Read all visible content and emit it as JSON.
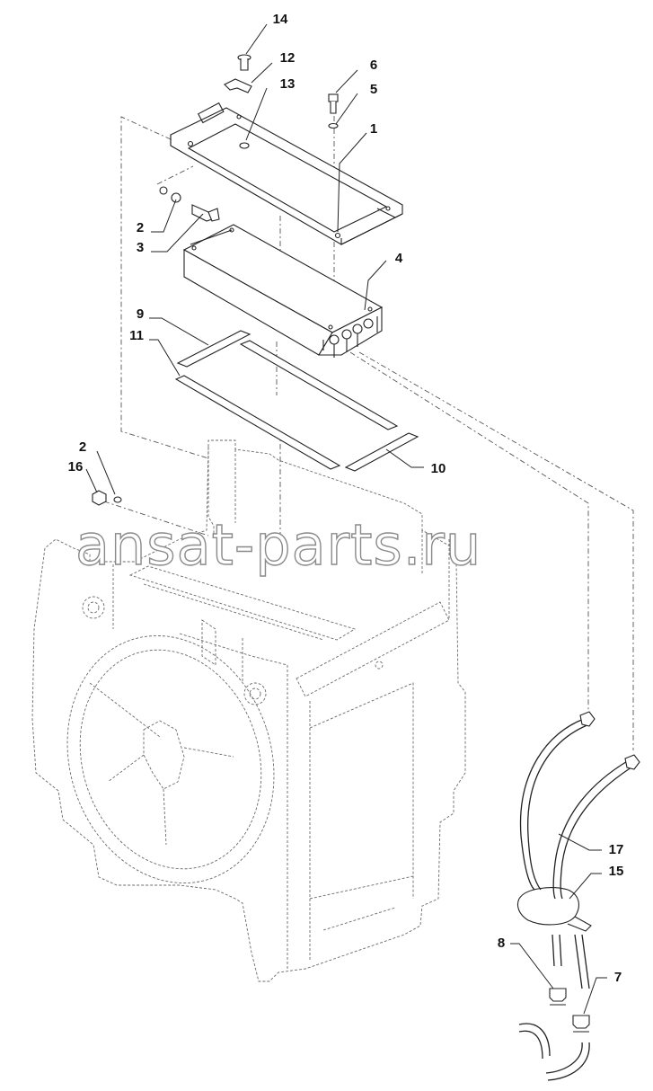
{
  "diagram": {
    "callouts": [
      {
        "id": "c14",
        "text": "14"
      },
      {
        "id": "c12",
        "text": "12"
      },
      {
        "id": "c13",
        "text": "13"
      },
      {
        "id": "c6",
        "text": "6"
      },
      {
        "id": "c5",
        "text": "5"
      },
      {
        "id": "c1",
        "text": "1"
      },
      {
        "id": "c2a",
        "text": "2"
      },
      {
        "id": "c3",
        "text": "3"
      },
      {
        "id": "c4",
        "text": "4"
      },
      {
        "id": "c9",
        "text": "9"
      },
      {
        "id": "c11",
        "text": "11"
      },
      {
        "id": "c10",
        "text": "10"
      },
      {
        "id": "c2b",
        "text": "2"
      },
      {
        "id": "c16",
        "text": "16"
      },
      {
        "id": "c17",
        "text": "17"
      },
      {
        "id": "c15",
        "text": "15"
      },
      {
        "id": "c8",
        "text": "8"
      },
      {
        "id": "c7",
        "text": "7"
      }
    ],
    "watermark": "ansat-parts.ru"
  }
}
